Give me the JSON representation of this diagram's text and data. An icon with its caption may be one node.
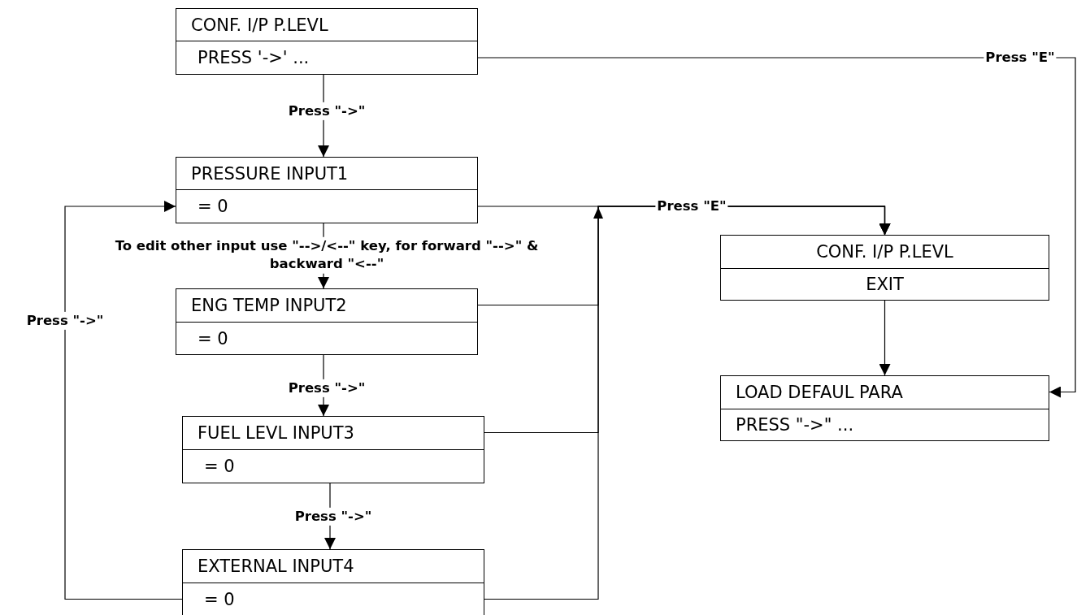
{
  "diagram": {
    "nodes": [
      {
        "text": [
          "CONF. I/P P.LEVL",
          "PRESS '->' ..."
        ]
      },
      {
        "text": [
          "PRESSURE INPUT1",
          "= 0"
        ]
      },
      {
        "text": [
          "ENG TEMP INPUT2",
          "= 0"
        ]
      },
      {
        "text": [
          "FUEL LEVL INPUT3",
          "= 0"
        ]
      },
      {
        "text": [
          "EXTERNAL INPUT4",
          "= 0"
        ]
      },
      {
        "text": [
          "CONF. I/P P.LEVL",
          "EXIT"
        ]
      },
      {
        "text": [
          "LOAD DEFAUL PARA",
          "PRESS \"->\" ..."
        ]
      }
    ],
    "edges": [
      {
        "from": 0,
        "to": 1,
        "arrow": "to",
        "label": "Press \"->\""
      },
      {
        "from": 1,
        "to": 2,
        "arrow": "to",
        "label": "To edit other input use \"-->/<--\" key, for forward \"-->\" & backward \"<--\""
      },
      {
        "from": 2,
        "to": 3,
        "arrow": "to",
        "label": "Press \"->\""
      },
      {
        "from": 3,
        "to": 4,
        "arrow": "to",
        "label": "Press \"->\""
      },
      {
        "from": 4,
        "to": 1,
        "arrow": "to",
        "label": "Press \"->\""
      },
      {
        "from": 1,
        "to": 5,
        "arrow": "to",
        "label": "Press \"E\""
      },
      {
        "from": 2,
        "to": 5,
        "arrow": "to"
      },
      {
        "from": 3,
        "to": 5,
        "arrow": "to"
      },
      {
        "from": 4,
        "to": 5,
        "arrow": "to"
      },
      {
        "from": 5,
        "to": 6,
        "arrow": "to"
      },
      {
        "from": 0,
        "to": 6,
        "arrow": "to",
        "label": "Press \"E\""
      }
    ]
  }
}
